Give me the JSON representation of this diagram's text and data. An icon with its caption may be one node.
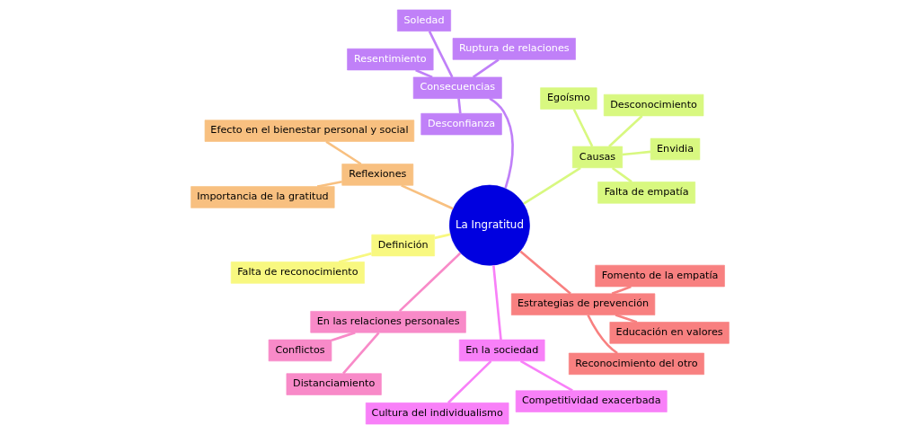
{
  "diagram": {
    "nodes": [
      {
        "text": [
          "La Ingratitud"
        ]
      },
      {
        "text": [
          "Estrategias de prevención"
        ]
      },
      {
        "text": [
          "Reconocimiento del otro"
        ]
      },
      {
        "text": [
          "Fomento de la empatía"
        ]
      },
      {
        "text": [
          "Educación en valores"
        ]
      },
      {
        "text": [
          "En las relaciones personales"
        ]
      },
      {
        "text": [
          "Conflictos"
        ]
      },
      {
        "text": [
          "Distanciamiento"
        ]
      },
      {
        "text": [
          "En la sociedad"
        ]
      },
      {
        "text": [
          "Competitividad exacerbada"
        ]
      },
      {
        "text": [
          "Cultura del individualismo"
        ]
      },
      {
        "text": [
          "Definición"
        ]
      },
      {
        "text": [
          "Falta de reconocimiento"
        ]
      },
      {
        "text": [
          "Causas"
        ]
      },
      {
        "text": [
          "Desconocimiento"
        ]
      },
      {
        "text": [
          "Falta de empatía"
        ]
      },
      {
        "text": [
          "Envidia"
        ]
      },
      {
        "text": [
          "Egoísmo"
        ]
      },
      {
        "text": [
          "Reflexiones"
        ]
      },
      {
        "text": [
          "Efecto en el bienestar personal y social"
        ]
      },
      {
        "text": [
          "Importancia de la gratitud"
        ]
      },
      {
        "text": [
          "Consecuencias"
        ]
      },
      {
        "text": [
          "Soledad"
        ]
      },
      {
        "text": [
          "Ruptura de relaciones"
        ]
      },
      {
        "text": [
          "Resentimiento"
        ]
      },
      {
        "text": [
          "Desconfianza"
        ]
      }
    ],
    "edges": [
      {
        "from": 0,
        "to": 1,
        "arrow": "none",
        "color": "#f88080"
      },
      {
        "from": 1,
        "to": 2,
        "arrow": "none",
        "color": "#f88080"
      },
      {
        "from": 1,
        "to": 3,
        "arrow": "none",
        "color": "#f88080"
      },
      {
        "from": 1,
        "to": 4,
        "arrow": "none",
        "color": "#f88080"
      },
      {
        "from": 0,
        "to": 5,
        "arrow": "none",
        "color": "#f88ac8"
      },
      {
        "from": 5,
        "to": 6,
        "arrow": "none",
        "color": "#f88ac8"
      },
      {
        "from": 5,
        "to": 7,
        "arrow": "none",
        "color": "#f88ac8"
      },
      {
        "from": 0,
        "to": 8,
        "arrow": "none",
        "color": "#f880f8"
      },
      {
        "from": 8,
        "to": 9,
        "arrow": "none",
        "color": "#f880f8"
      },
      {
        "from": 8,
        "to": 10,
        "arrow": "none",
        "color": "#f880f8"
      },
      {
        "from": 0,
        "to": 11,
        "arrow": "none",
        "color": "#f8f880"
      },
      {
        "from": 11,
        "to": 12,
        "arrow": "none",
        "color": "#f8f880"
      },
      {
        "from": 0,
        "to": 13,
        "arrow": "none",
        "color": "#d8f880"
      },
      {
        "from": 13,
        "to": 14,
        "arrow": "none",
        "color": "#d8f880"
      },
      {
        "from": 13,
        "to": 15,
        "arrow": "none",
        "color": "#d8f880"
      },
      {
        "from": 13,
        "to": 16,
        "arrow": "none",
        "color": "#d8f880"
      },
      {
        "from": 13,
        "to": 17,
        "arrow": "none",
        "color": "#d8f880"
      },
      {
        "from": 0,
        "to": 18,
        "arrow": "none",
        "color": "#f8c080"
      },
      {
        "from": 18,
        "to": 19,
        "arrow": "none",
        "color": "#f8c080"
      },
      {
        "from": 18,
        "to": 20,
        "arrow": "none",
        "color": "#f8c080"
      },
      {
        "from": 0,
        "to": 21,
        "arrow": "none",
        "color": "#c080f8"
      },
      {
        "from": 21,
        "to": 22,
        "arrow": "none",
        "color": "#c080f8"
      },
      {
        "from": 21,
        "to": 23,
        "arrow": "none",
        "color": "#c080f8"
      },
      {
        "from": 21,
        "to": 24,
        "arrow": "none",
        "color": "#c080f8"
      },
      {
        "from": 21,
        "to": 25,
        "arrow": "none",
        "color": "#c080f8"
      }
    ]
  }
}
